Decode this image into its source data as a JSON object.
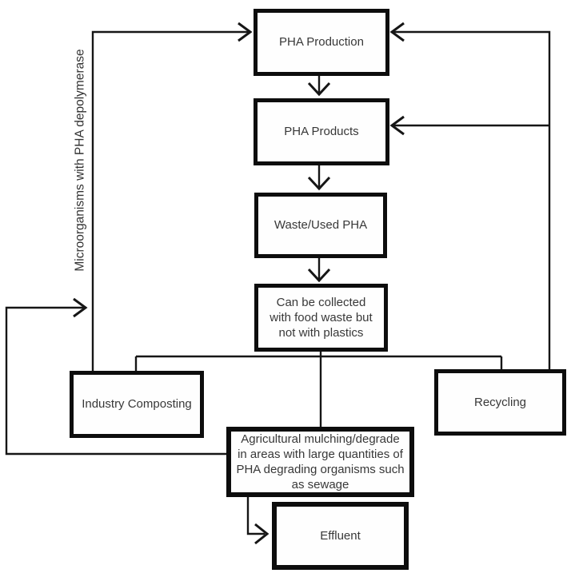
{
  "figure": {
    "type": "flowchart",
    "background_color": "#ffffff",
    "line_color": "#161616",
    "box_border_color": "#0d0d0d",
    "text_color": "#383838"
  },
  "nodes": {
    "pha_production": {
      "label": "PHA Production"
    },
    "pha_products": {
      "label": "PHA Products"
    },
    "waste_used_pha": {
      "label": "Waste/Used PHA"
    },
    "collection": {
      "label": "Can be collected with food waste but not with plastics"
    },
    "industry_composting": {
      "label": "Industry Composting"
    },
    "recycling": {
      "label": "Recycling"
    },
    "agricultural_mulching": {
      "label": "Agricultural mulching/degrade in areas with large quantities of PHA degrading organisms such as sewage"
    },
    "effluent": {
      "label": "Effluent"
    }
  },
  "annotations": {
    "left_vertical_label": "Microorganisms with PHA depolymerase"
  },
  "edges": [
    {
      "from": "pha_production",
      "to": "pha_products",
      "arrow": true
    },
    {
      "from": "pha_products",
      "to": "waste_used_pha",
      "arrow": true
    },
    {
      "from": "waste_used_pha",
      "to": "collection",
      "arrow": true
    },
    {
      "from": "collection",
      "to": "industry_composting",
      "arrow": false
    },
    {
      "from": "collection",
      "to": "recycling",
      "arrow": false
    },
    {
      "from": "collection",
      "to": "agricultural_mulching",
      "arrow": false
    },
    {
      "from": "industry_composting",
      "to": "pha_production",
      "arrow": true,
      "via": "Microorganisms with PHA depolymerase"
    },
    {
      "from": "agricultural_mulching",
      "to": "pha_production",
      "arrow": true,
      "via": "Microorganisms with PHA depolymerase"
    },
    {
      "from": "recycling",
      "to": "pha_production",
      "arrow": true
    },
    {
      "from": "recycling",
      "to": "pha_products",
      "arrow": true
    },
    {
      "from": "agricultural_mulching",
      "to": "effluent",
      "arrow": true
    }
  ]
}
